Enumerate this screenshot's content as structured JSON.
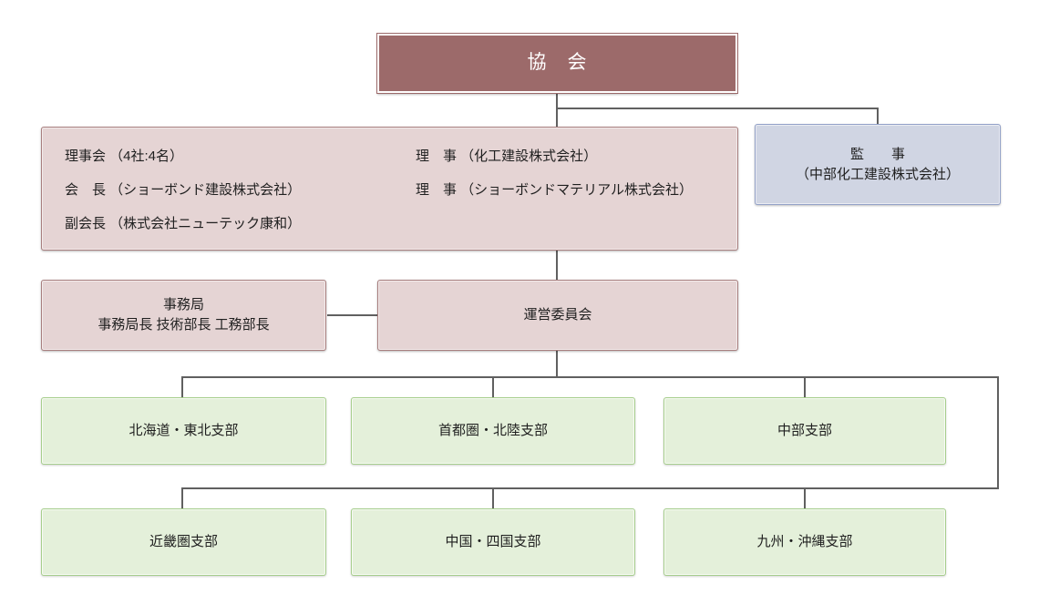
{
  "org": {
    "root": {
      "label": "協　会"
    },
    "board": {
      "left_lines": [
        "理事会 （4社:4名）",
        "会　長 （ショーボンド建設株式会社）",
        "副会長 （株式会社ニューテック康和）"
      ],
      "right_lines": [
        "理　事 （化工建設株式会社）",
        "理　事 （ショーボンドマテリアル株式会社）"
      ]
    },
    "auditor": {
      "title": "監　　事",
      "company": "（中部化工建設株式会社）"
    },
    "secretariat": {
      "title": "事務局",
      "members": "事務局長 技術部長 工務部長"
    },
    "steering": {
      "label": "運営委員会"
    },
    "branches_row1": [
      "北海道・東北支部",
      "首都圏・北陸支部",
      "中部支部"
    ],
    "branches_row2": [
      "近畿圏支部",
      "中国・四国支部",
      "九州・沖縄支部"
    ]
  },
  "colors": {
    "root_fill": "#9c6a6a",
    "pink_fill": "#e5d4d4",
    "pink_border": "#a87e7e",
    "blue_fill": "#d0d5e3",
    "blue_border": "#93a1c8",
    "green_fill": "#e4f0da",
    "green_border": "#a6ce8c",
    "connector": "#606060"
  }
}
